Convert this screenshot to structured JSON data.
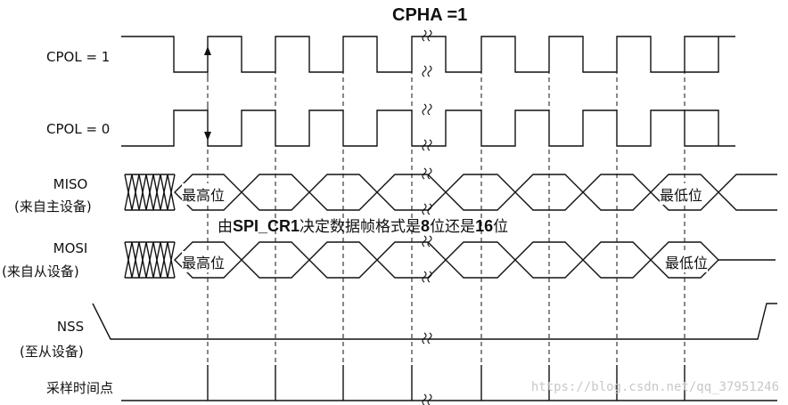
{
  "title": "CPHA =1",
  "signals": {
    "cpol1": "CPOL = 1",
    "cpol0": "CPOL = 0",
    "miso": "MISO",
    "miso_sub": "(来自主设备)",
    "mosi": "MOSI",
    "mosi_sub": "(来自从设备)",
    "nss": "NSS",
    "nss_sub": "(至从设备)",
    "sample": "采样时间点"
  },
  "data_labels": {
    "msb": "最高位",
    "lsb": "最低位"
  },
  "note": {
    "p1": "由",
    "p2": "SPI_CR1",
    "p3": "决定数据帧格式是",
    "p4": "8",
    "p5": "位还是",
    "p6": "16",
    "p7": "位"
  },
  "watermark": "https://blog.csdn.net/qq_37951246",
  "colors": {
    "line": "#111111",
    "watermark": "#c8c8c8"
  }
}
